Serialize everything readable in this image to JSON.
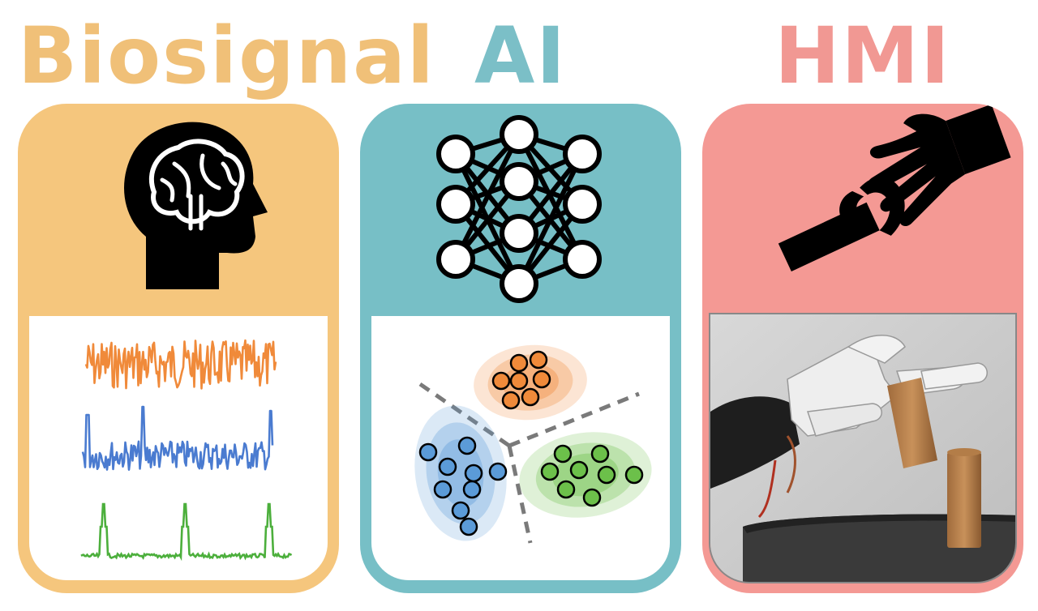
{
  "columns": [
    {
      "key": "biosignal",
      "title": "Biosignal",
      "color": "#f0c078",
      "panel_color": "#f5c67d"
    },
    {
      "key": "ai",
      "title": "AI",
      "color": "#7bbfc7",
      "panel_color": "#77bfc6"
    },
    {
      "key": "hmi",
      "title": "HMI",
      "color": "#f19893",
      "panel_color": "#f49994"
    }
  ],
  "icons": {
    "biosignal": "head-brain-icon",
    "ai": "neural-network-icon",
    "hmi": "robot-gripper-hand-icon"
  },
  "signal_colors": {
    "orange": "#f08a3a",
    "blue": "#4a7bd0",
    "green": "#4caf3c"
  },
  "cluster_colors": {
    "orange": "#f08a3a",
    "blue": "#5b9bd8",
    "green": "#6cc04a"
  }
}
